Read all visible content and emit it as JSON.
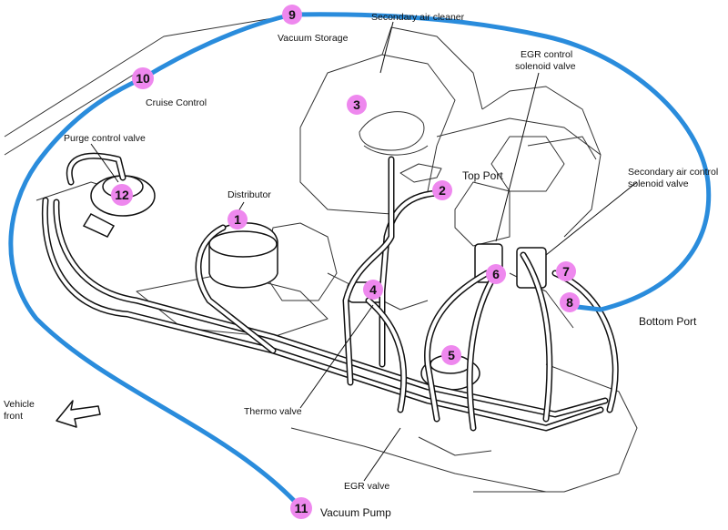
{
  "labels": {
    "secondary_air_cleaner": "Secondary air cleaner",
    "vacuum_storage": "Vacuum Storage",
    "egr_control_solenoid_l1": "EGR control",
    "egr_control_solenoid_l2": "solenoid valve",
    "cruise_control": "Cruise Control",
    "purge_control_valve": "Purge control valve",
    "distributor": "Distributor",
    "top_port": "Top Port",
    "secondary_air_control_l1": "Secondary air control",
    "secondary_air_control_l2": "solenoid valve",
    "bottom_port": "Bottom Port",
    "vehicle_front_l1": "Vehicle",
    "vehicle_front_l2": "front",
    "thermo_valve": "Thermo valve",
    "egr_valve": "EGR valve",
    "vacuum_pump": "Vacuum Pump"
  },
  "markers": [
    "1",
    "2",
    "3",
    "4",
    "5",
    "6",
    "7",
    "8",
    "9",
    "10",
    "11",
    "12"
  ],
  "colors": {
    "marker_fill": "#ee88ee",
    "route_line": "#2a8cdc",
    "ink": "#111111"
  }
}
